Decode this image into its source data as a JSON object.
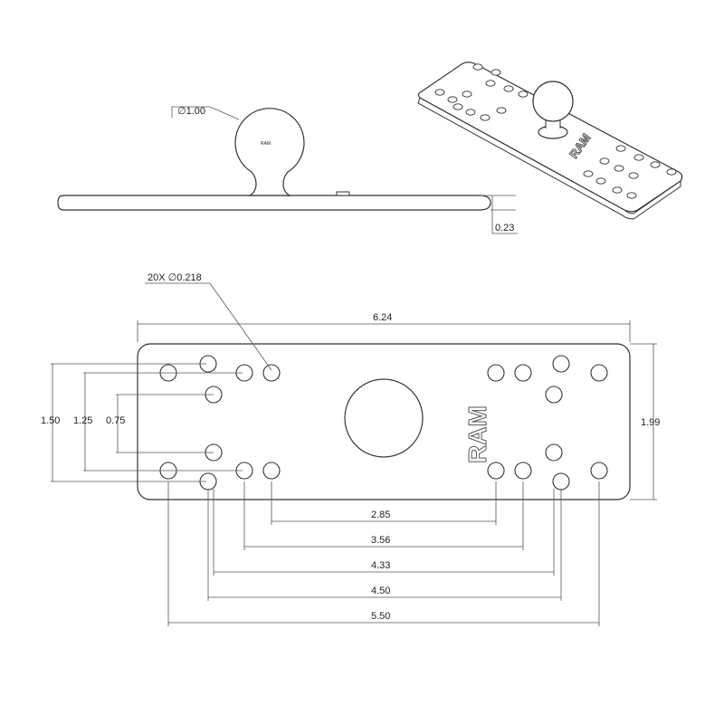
{
  "side_view": {
    "ball_diameter_label": "∅1.00",
    "ball_logo_text": "RAM",
    "thickness_label": "0.23"
  },
  "iso_view": {
    "logo_text": "RAM"
  },
  "top_view": {
    "holes_label": "20X ∅0.218",
    "overall_length": "6.24",
    "overall_width": "1.99",
    "vertical_dims": [
      "1.50",
      "1.25",
      "0.75"
    ],
    "horizontal_dims": [
      "2.85",
      "3.56",
      "4.33",
      "4.50",
      "5.50"
    ],
    "logo_text": "RAM"
  },
  "colors": {
    "line": "#444444",
    "background": "#ffffff"
  }
}
